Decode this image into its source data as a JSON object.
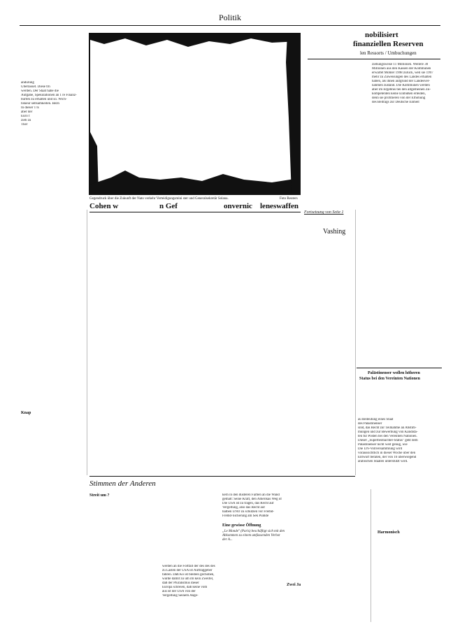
{
  "header": {
    "section": "Politik"
  },
  "article_main": {
    "headline_left": "Cohen w",
    "headline_mid": "n Gef",
    "headline_right": "onvernic",
    "headline_right2": "leneswaffen",
    "photo_caption": "Gegendruck über die Zukunft der Nato  verkehr Verteidigungsmini  ster  und Generalsekretär Solana.",
    "photo_credit": "Foto Reuters",
    "fortsetzung": "Fortsetzung von Seite 1",
    "vashing": "Vashing"
  },
  "article_right": {
    "headline_1": "nobilisiert",
    "headline_2": "finanziellen Reserven",
    "subhead": "len Ressorts / Umbuchungen",
    "col_text_top": [
      "ziehungsweise 11 Millionen. Weitere 30",
      "Millionen aus den Kassen der Kommunen",
      "erwartet Mohler 1998 zurück, weil sie 1997",
      "mehr zu Zuweisungen des Landes erhalten",
      "haben, als ihnen aufgrund der Landesver-",
      "nahmen zustand. Die Kommunen werden",
      "aber im Ergebnis bei den allgemeinen Zu-",
      "kompetenten keine Einbußen erleiden,",
      "denn sie profitieren von der Erhöhung",
      "des Beitrags zur Deutsche Einheit"
    ]
  },
  "article_palestine": {
    "headline_1": "Palästinenser wollen höheren",
    "headline_2": "Status bei den Vereinten Nationen",
    "col_text": [
      "au Bedeutung eines Staat",
      "des Palästinenser",
      "sind, das Recht zur Teilnahme an Abstim-",
      "mungen und zur Bewerbung von Kandida-",
      "ten für Posten bei den Vereinten Nationen.",
      "Dieser „Superbeobachter-Status\" geht dem",
      "Palästinenser nicht weit genug, wie",
      "Die UN-Vollversammlung wird",
      "voraussichtlich in dieser Woche über den",
      "Entwurf beraten, der von 16 überwiegend",
      "arabischen Staaten unterstützt wird."
    ]
  },
  "stimmen": {
    "title": "Stimmen der Anderen",
    "streit": "Streit um ?",
    "eine_gewisse": "Eine gewisse Öffnung",
    "le_monde": "„Le Monde\" (Paris) beschäftigt sich mit den Abkommen zu einem umfassenden Verbot der A...",
    "zwei": "Zwei Ja",
    "harmonisch": "Harmonisch",
    "col_text_mid": [
      "kern in den düsteren Farben an die Wand",
      "gemalt: Seine Kraft, den Amerikas Weg of",
      "Die USA ist zu     tragen, das Recht auf",
      "Vergeltung, also das Recht auf",
      "halben UNO zu schützen vor Fremd-",
      "Fremd-Sicherung am   Sek Punkte"
    ],
    "col_text_bottom": [
      "werden an die Fortfall der des des des",
      "zu Lasten der USA ist   Auftraggeber",
      "fahren. Daß Ko   ist   bleiben gechoben,",
      "wurde damit zu   um im   kein Zweifel,",
      "daß der Pluralismus dieser",
      "Europa   schreien, daß keine vom",
      "aus ist   der USA von der",
      "Vergeltung   Seinem Ange-"
    ]
  },
  "left_column": {
    "text": [
      "ändurung",
      "Überlasset. Diese trn",
      "werden. Der Staat habe die",
      "Aufgabe, Spekulationen an 1 re Finanz-",
      "bürfen zu erhalten und so.  Wich-",
      "tiskeur  seltsamkeiten. Bezh",
      "In dieser 1 ts",
      "aber  der",
      "Euro f",
      "zieh  zu",
      "Ther"
    ],
    "knapp": "Knap"
  }
}
